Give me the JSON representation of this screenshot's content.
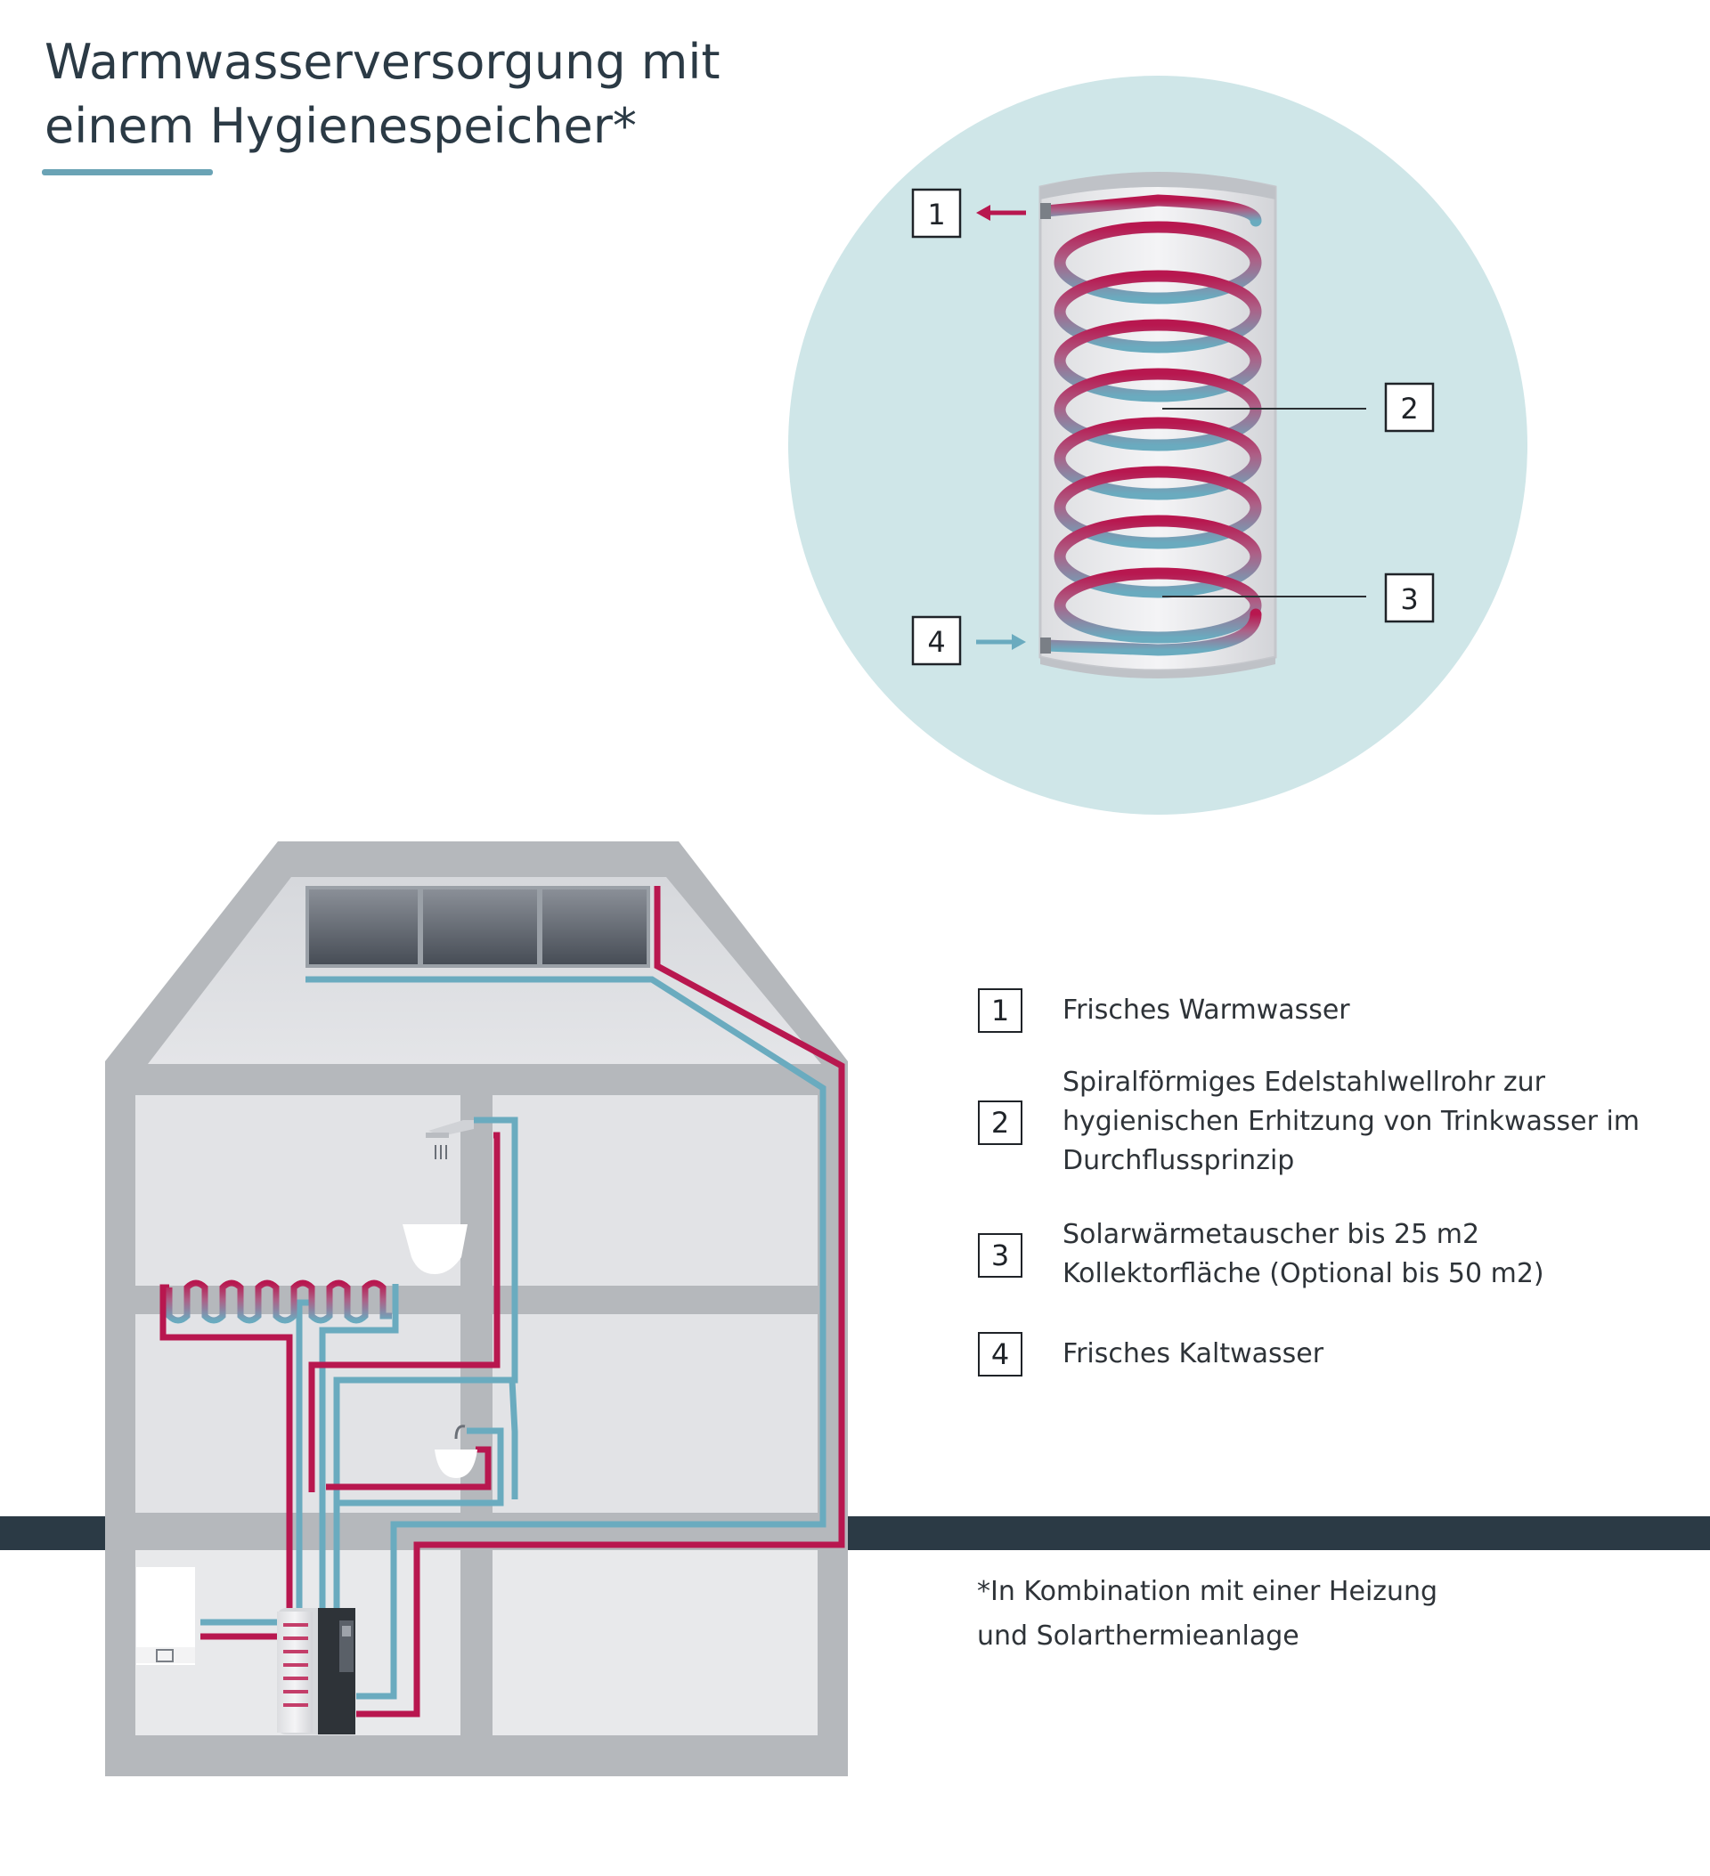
{
  "title": {
    "line1": "Warmwasserversorgung mit",
    "line2": "einem Hygienespeicher*"
  },
  "detail_labels": [
    "1",
    "2",
    "3",
    "4"
  ],
  "legend": [
    {
      "num": "1",
      "text": "Frisches Warmwasser"
    },
    {
      "num": "2",
      "text": "Spiralförmiges Edelstahlwellrohr zur hygienischen Erhitzung von Trinkwasser im Durchflussprinzip"
    },
    {
      "num": "3",
      "text": "Solarwärmetauscher bis 25 m2 Kollektorfläche (Optional bis 50 m2)"
    },
    {
      "num": "4",
      "text": "Frisches Kaltwasser"
    }
  ],
  "footnote": {
    "line1": "*In Kombination mit einer Heizung",
    "line2": "und Solarthermieanlage"
  },
  "colors": {
    "hot": "#b8174f",
    "cold": "#6aabbf",
    "circle": "#cfe6e8",
    "house": "#b5b8bc",
    "ground": "#2b3a45",
    "accent": "#6aa3b5"
  }
}
